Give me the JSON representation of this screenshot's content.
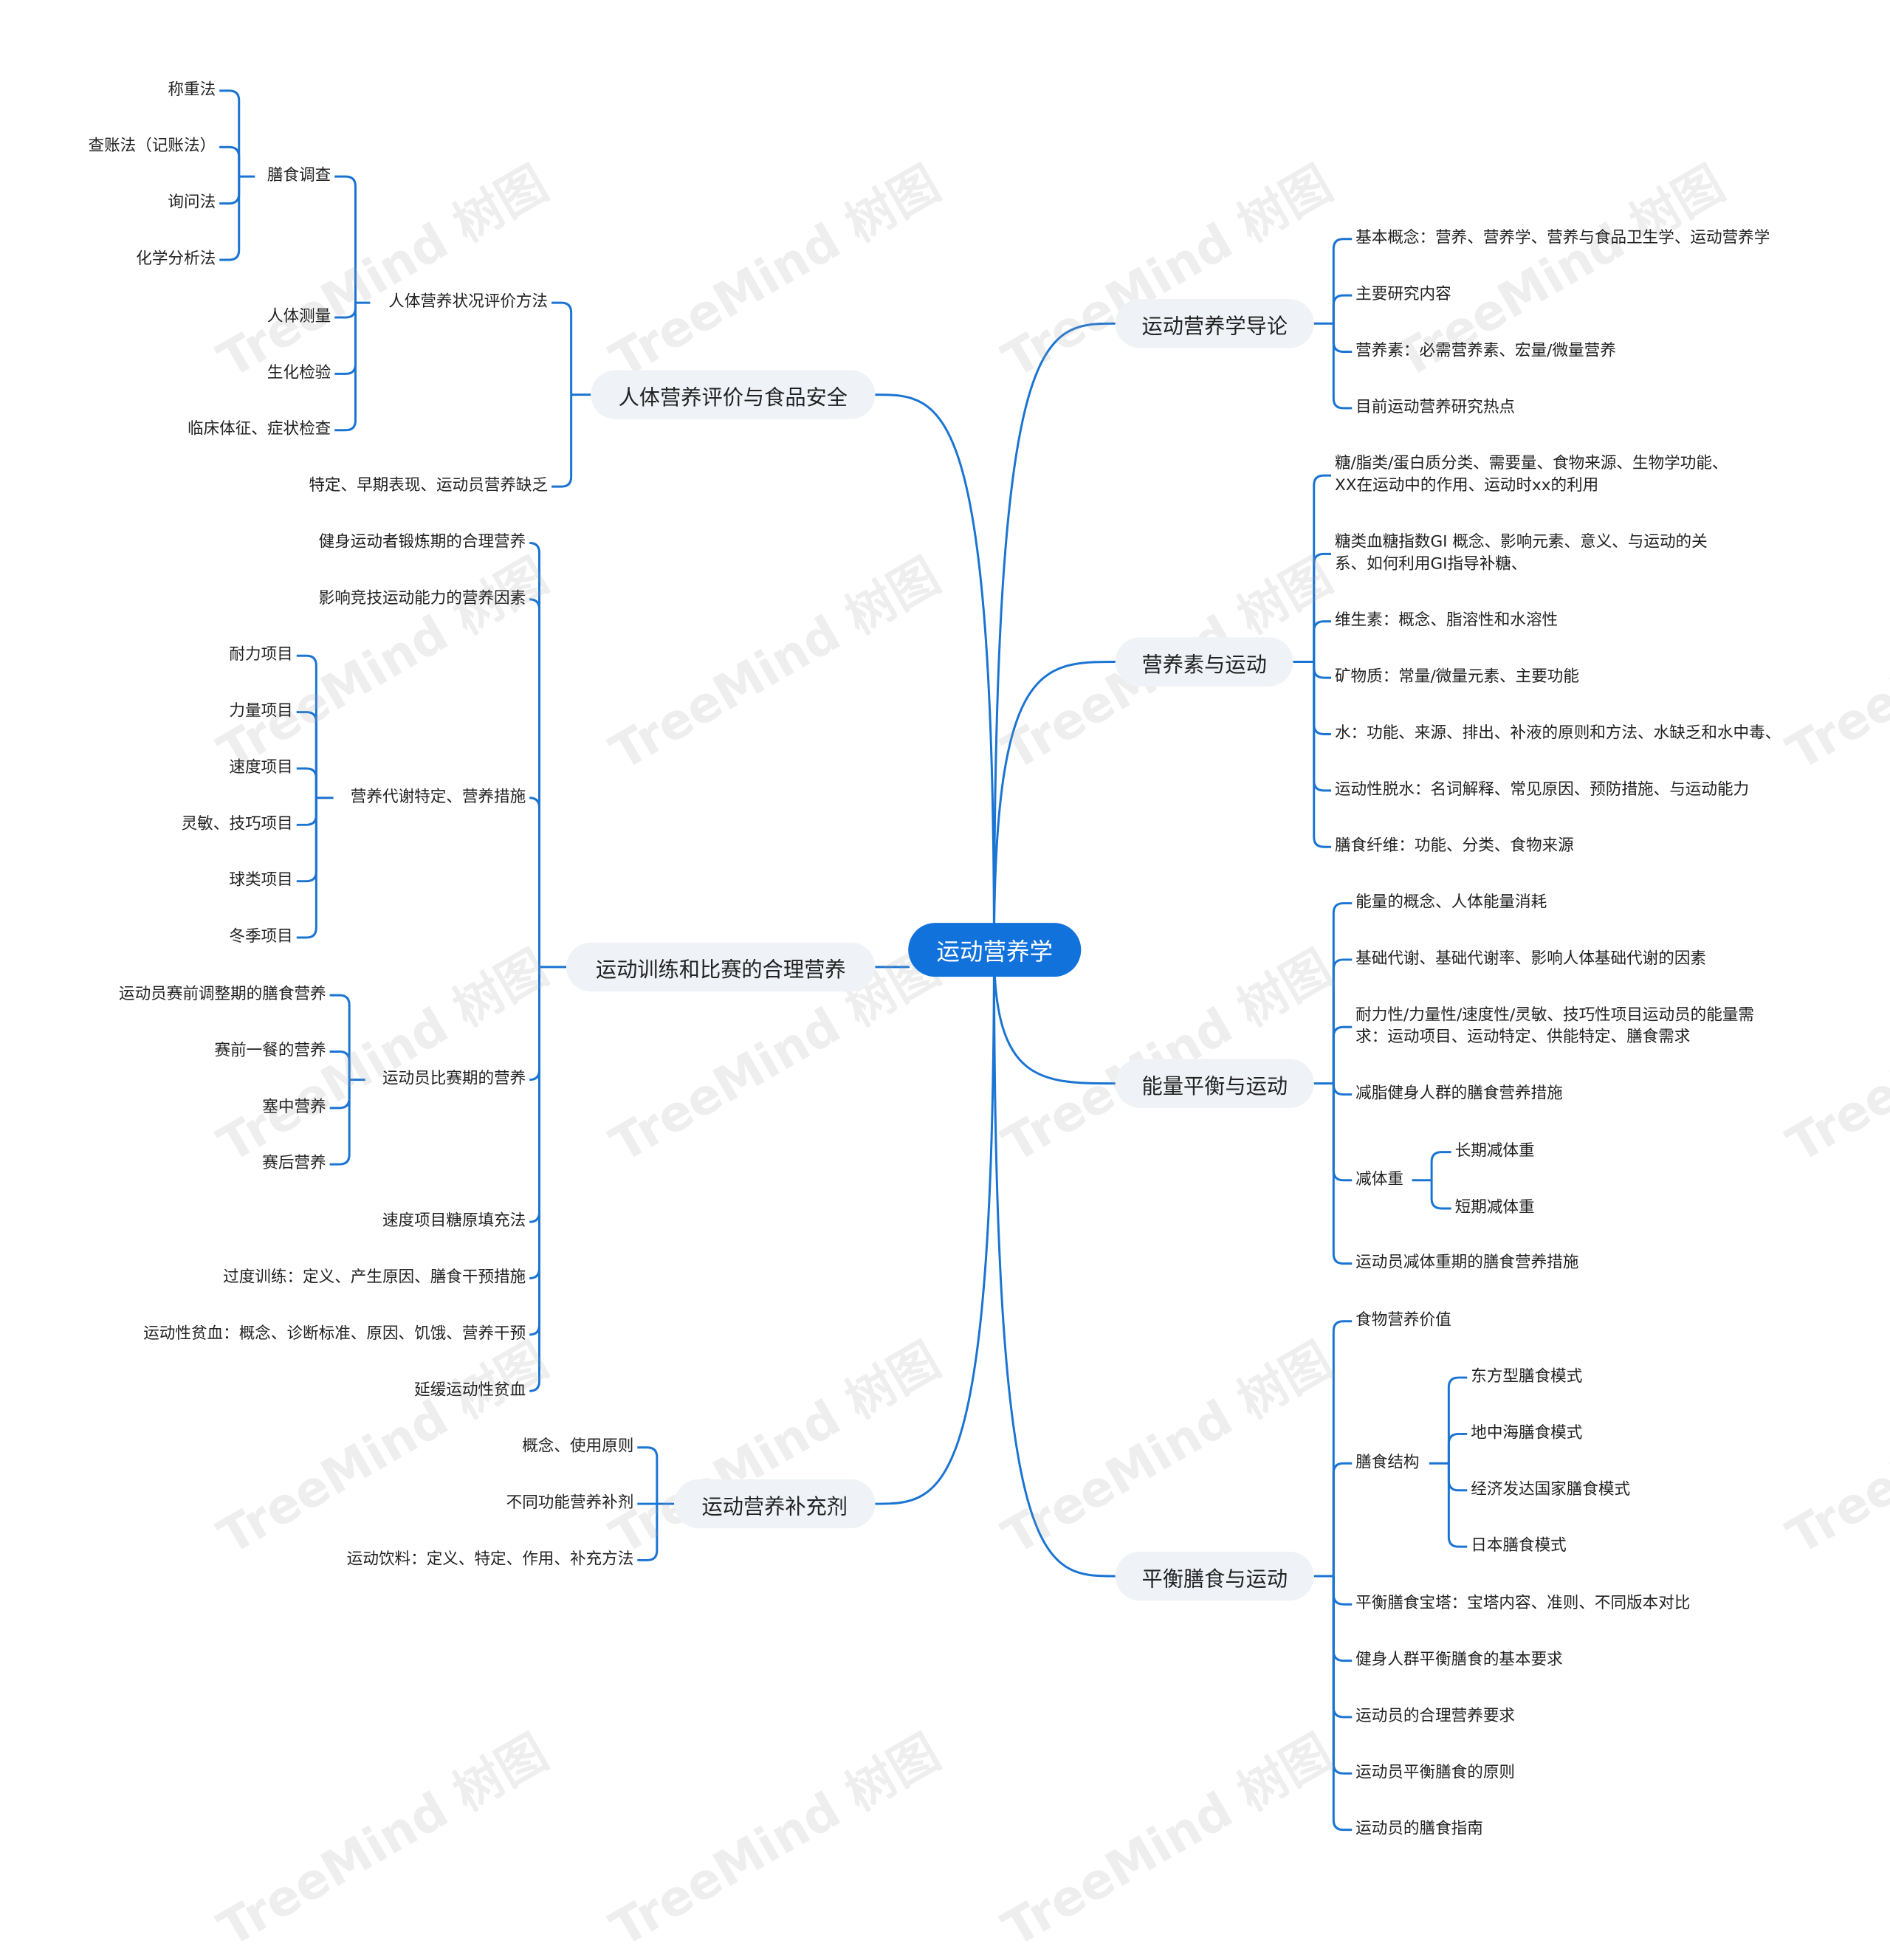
{
  "root": {
    "label": "运动营养学"
  },
  "watermark": "TreeMind 树图",
  "colors": {
    "accent": "#1272dc",
    "line": "#1a74d2",
    "node_bg": "#eff2f6"
  },
  "branches": [
    {
      "label": "运动营养学导论",
      "children": [
        {
          "label": "基本概念：营养、营养学、营养与食品卫生学、运动营养学"
        },
        {
          "label": "主要研究内容"
        },
        {
          "label": "营养素：必需营养素、宏量/微量营养"
        },
        {
          "label": "目前运动营养研究热点"
        }
      ]
    },
    {
      "label": "营养素与运动",
      "children": [
        {
          "label": "糖/脂类/蛋白质分类、需要量、食物来源、生物学功能、\nXX在运动中的作用、运动时xx的利用"
        },
        {
          "label": "糖类血糖指数GI 概念、影响元素、意义、与运动的关\n系、如何利用GI指导补糖、"
        },
        {
          "label": "维生素：概念、脂溶性和水溶性"
        },
        {
          "label": "矿物质：常量/微量元素、主要功能"
        },
        {
          "label": "水：功能、来源、排出、补液的原则和方法、水缺乏和水中毒、"
        },
        {
          "label": "运动性脱水：名词解释、常见原因、预防措施、与运动能力"
        },
        {
          "label": "膳食纤维：功能、分类、食物来源"
        }
      ]
    },
    {
      "label": "能量平衡与运动",
      "children": [
        {
          "label": "能量的概念、人体能量消耗"
        },
        {
          "label": "基础代谢、基础代谢率、影响人体基础代谢的因素"
        },
        {
          "label": "耐力性/力量性/速度性/灵敏、技巧性项目运动员的能量需\n求：运动项目、运动特定、供能特定、膳食需求"
        },
        {
          "label": "减脂健身人群的膳食营养措施"
        },
        {
          "label": "减体重",
          "children": [
            {
              "label": "长期减体重"
            },
            {
              "label": "短期减体重"
            }
          ]
        },
        {
          "label": "运动员减体重期的膳食营养措施"
        }
      ]
    },
    {
      "label": "平衡膳食与运动",
      "children": [
        {
          "label": "食物营养价值"
        },
        {
          "label": "膳食结构",
          "children": [
            {
              "label": "东方型膳食模式"
            },
            {
              "label": "地中海膳食模式"
            },
            {
              "label": "经济发达国家膳食模式"
            },
            {
              "label": "日本膳食模式"
            }
          ]
        },
        {
          "label": "平衡膳食宝塔：宝塔内容、准则、不同版本对比"
        },
        {
          "label": "健身人群平衡膳食的基本要求"
        },
        {
          "label": "运动员的合理营养要求"
        },
        {
          "label": "运动员平衡膳食的原则"
        },
        {
          "label": "运动员的膳食指南"
        }
      ]
    },
    {
      "label": "人体营养评价与食品安全",
      "children": [
        {
          "label": "人体营养状况评价方法",
          "children": [
            {
              "label": "膳食调查",
              "children": [
                {
                  "label": "称重法"
                },
                {
                  "label": "查账法（记账法）"
                },
                {
                  "label": "询问法"
                },
                {
                  "label": "化学分析法"
                }
              ]
            },
            {
              "label": "人体测量"
            },
            {
              "label": "生化检验"
            },
            {
              "label": "临床体征、症状检查"
            }
          ]
        },
        {
          "label": "特定、早期表现、运动员营养缺乏"
        }
      ]
    },
    {
      "label": "运动训练和比赛的合理营养",
      "children": [
        {
          "label": "健身运动者锻炼期的合理营养"
        },
        {
          "label": "影响竞技运动能力的营养因素"
        },
        {
          "label": "营养代谢特定、营养措施",
          "children": [
            {
              "label": "耐力项目"
            },
            {
              "label": "力量项目"
            },
            {
              "label": "速度项目"
            },
            {
              "label": "灵敏、技巧项目"
            },
            {
              "label": "球类项目"
            },
            {
              "label": "冬季项目"
            }
          ]
        },
        {
          "label": "运动员比赛期的营养",
          "children": [
            {
              "label": "运动员赛前调整期的膳食营养"
            },
            {
              "label": "赛前一餐的营养"
            },
            {
              "label": "塞中营养"
            },
            {
              "label": "赛后营养"
            }
          ]
        },
        {
          "label": "速度项目糖原填充法"
        },
        {
          "label": "过度训练：定义、产生原因、膳食干预措施"
        },
        {
          "label": "运动性贫血：概念、诊断标准、原因、饥饿、营养干预"
        },
        {
          "label": "延缓运动性贫血"
        }
      ]
    },
    {
      "label": "运动营养补充剂",
      "children": [
        {
          "label": "概念、使用原则"
        },
        {
          "label": "不同功能营养补剂"
        },
        {
          "label": "运动饮料：定义、特定、作用、补充方法"
        }
      ]
    }
  ]
}
